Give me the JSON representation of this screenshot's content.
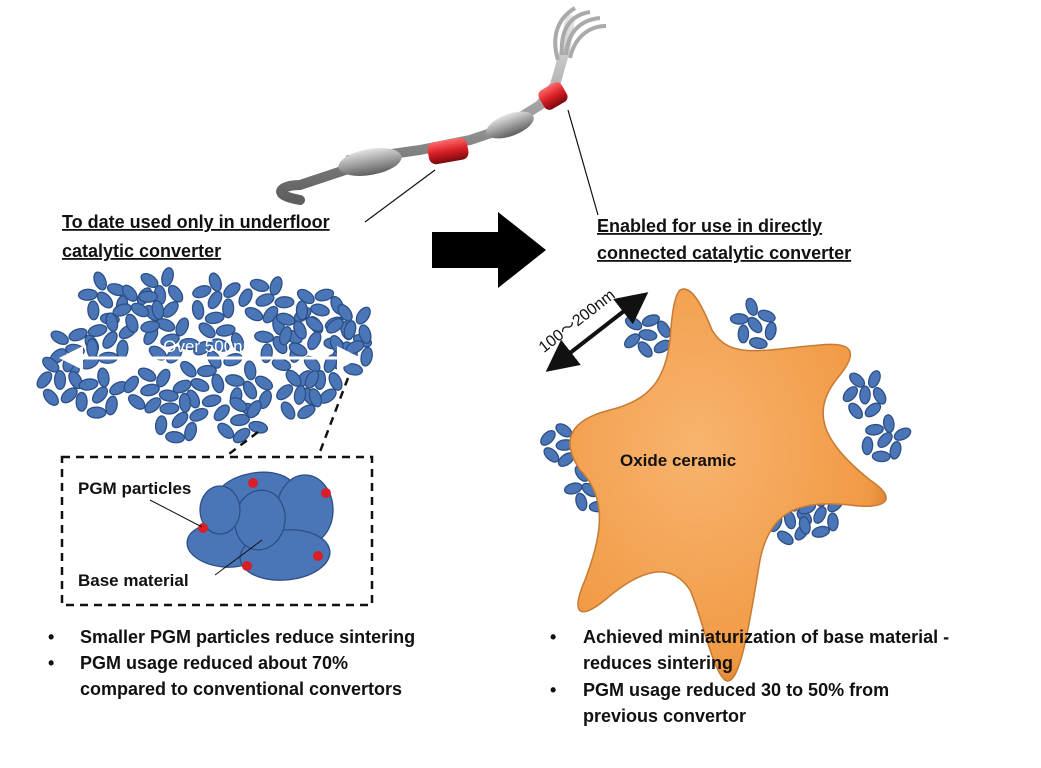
{
  "left": {
    "heading": [
      "To date used only in underfloor",
      "catalytic converter"
    ],
    "dimension_label": "Over 500nm",
    "inset": {
      "pgm_label": "PGM particles",
      "base_label": "Base material"
    },
    "bullets": [
      "Smaller PGM particles reduce sintering",
      "PGM usage reduced about 70%",
      "compared to conventional convertors"
    ]
  },
  "right": {
    "heading": [
      "Enabled for  use in directly",
      "connected catalytic converter"
    ],
    "dimension_label": "100～200nm",
    "core_label": "Oxide ceramic",
    "bullets": [
      "Achieved miniaturization of base material -",
      "reduces sintering",
      "PGM usage reduced 30 to 50% from",
      "previous convertor"
    ]
  },
  "colors": {
    "particle": "#4a76b8",
    "particle_edge": "#2c4f86",
    "pgm": "#d81f26",
    "ceramic": "#f4a35a",
    "converter": "#d81f26",
    "pipe": "#9a9a9a"
  }
}
